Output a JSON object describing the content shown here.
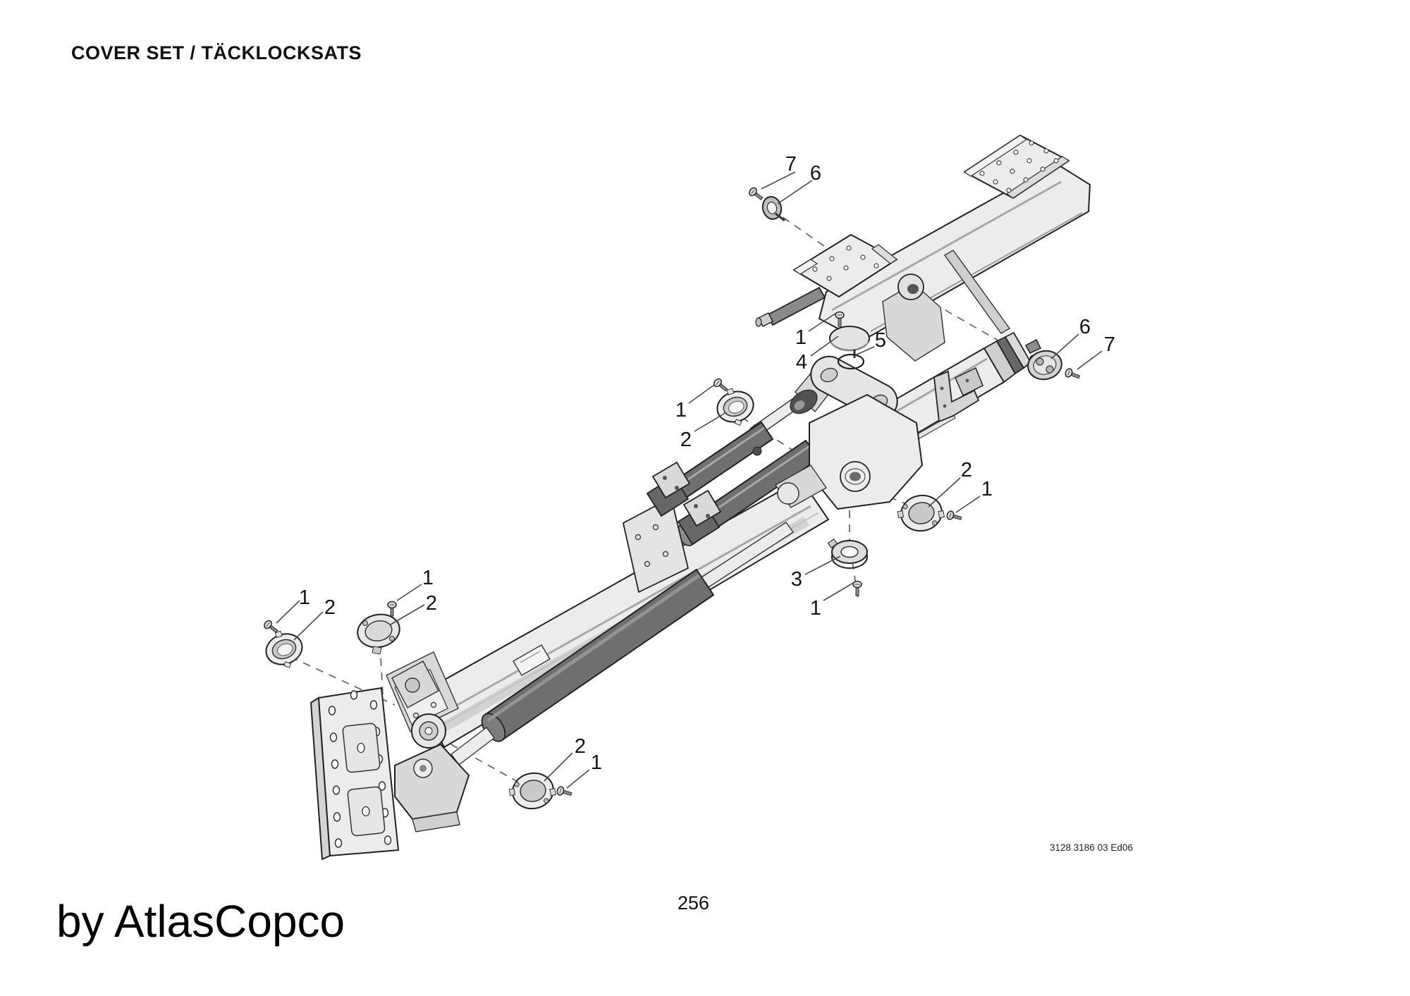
{
  "page": {
    "title": "COVER SET / TÄCKLOCKSATS",
    "drawing_number": "3128 3186 03 Ed06",
    "page_number": "256",
    "watermark": "by AtlasCopco"
  },
  "diagram": {
    "type": "exploded-parts-drawing",
    "callouts": {
      "labels": [
        "7",
        "6",
        "1",
        "4",
        "5",
        "6",
        "7",
        "1",
        "2",
        "2",
        "1",
        "3",
        "1",
        "1",
        "2",
        "1",
        "2",
        "2",
        "1"
      ]
    }
  }
}
